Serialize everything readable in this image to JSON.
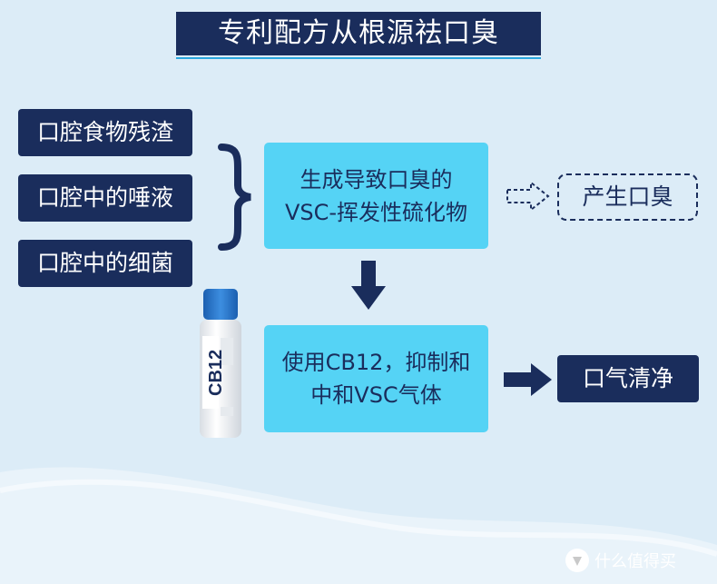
{
  "title": "专利配方从根源祛口臭",
  "causes": [
    "口腔食物残渣",
    "口腔中的唾液",
    "口腔中的细菌"
  ],
  "problem_box": {
    "line1": "生成导致口臭的",
    "line2": "VSC-挥发性硫化物"
  },
  "problem_result": "产生口臭",
  "solution_box": {
    "line1": "使用CB12，抑制和",
    "line2": "中和VSC气体"
  },
  "solution_result": "口气清净",
  "product_label": "CB12",
  "watermark": "什么值得买",
  "colors": {
    "navy": "#1a2d5c",
    "cyan": "#55d3f5",
    "background": "#dcecf7"
  },
  "icons": [
    "brace-icon",
    "dashed-arrow-right-icon",
    "arrow-down-icon",
    "arrow-right-icon",
    "mouthwash-bottle-icon",
    "watermark-logo-icon"
  ]
}
